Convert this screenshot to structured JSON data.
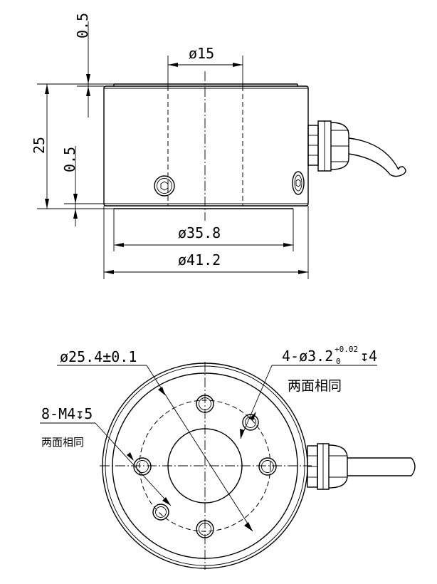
{
  "side_view": {
    "dim_top_gap": "0.5",
    "dim_bore": "ø15",
    "dim_height": "25",
    "dim_bottom_gap": "0.5",
    "dim_inner_dia": "ø35.8",
    "dim_outer_dia": "ø41.2"
  },
  "bottom_view": {
    "dim_bolt_circle": "ø25.4±0.1",
    "hole_pins_main": "4-ø3.2",
    "hole_pins_tol_upper": "+0.02",
    "hole_pins_tol_lower": "0",
    "hole_pins_depth": "↧4",
    "hole_pins_note": "两面相同",
    "hole_threads": "8-M4↧5",
    "hole_threads_note": "两面相同"
  }
}
